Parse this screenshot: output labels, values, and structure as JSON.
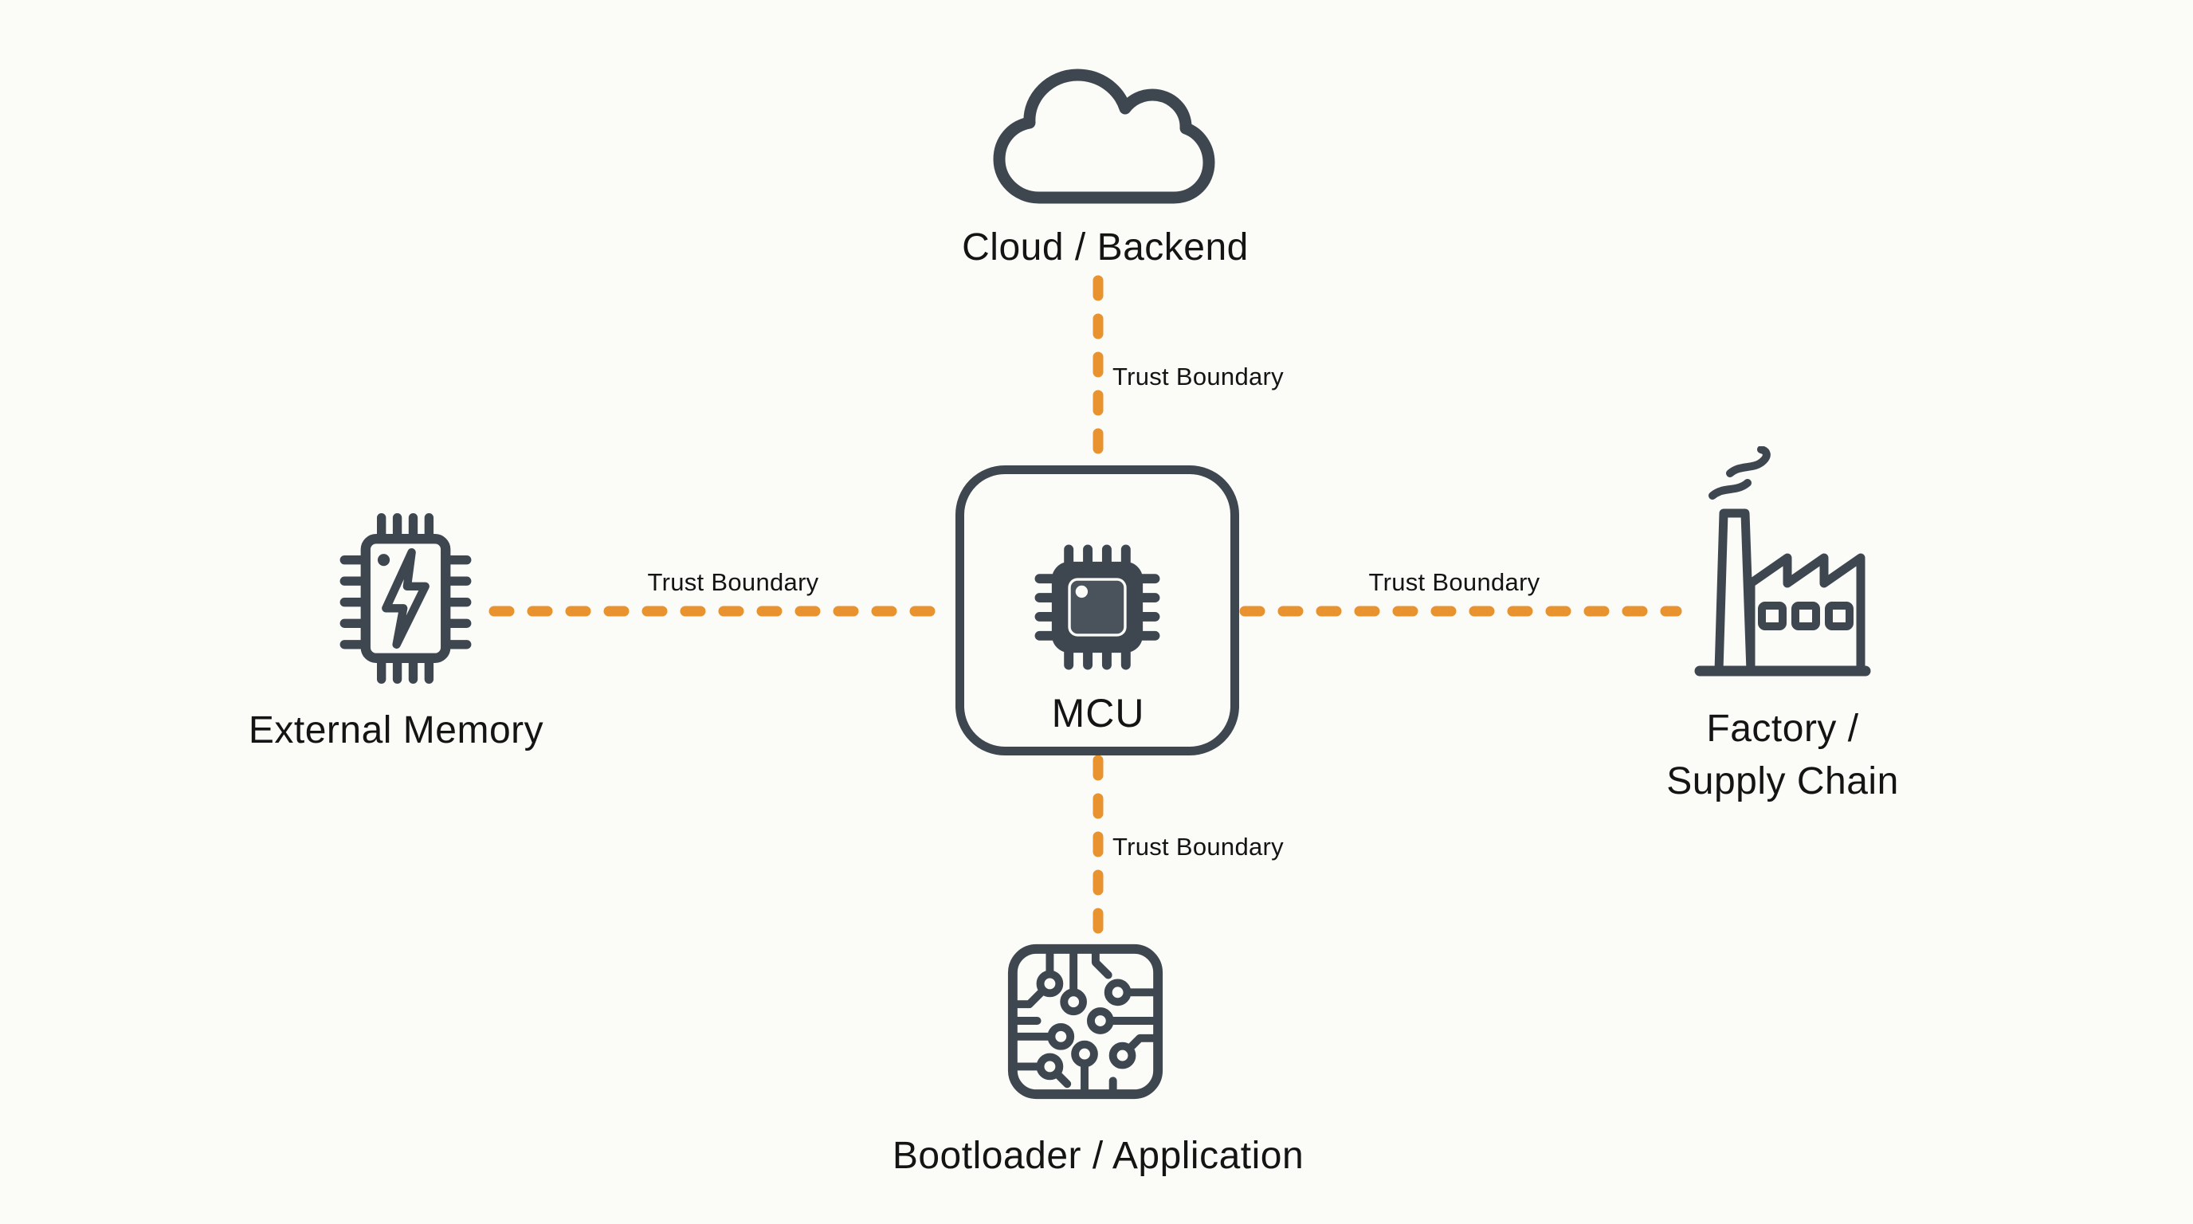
{
  "theme": {
    "background": "#fbfbf8",
    "ink": "#3e474f",
    "ink_soft": "#4a535b",
    "accent": "#e8932f",
    "text": "#141414"
  },
  "nodes": {
    "cloud": {
      "label": "Cloud / Backend",
      "icon": "cloud-icon"
    },
    "mcu": {
      "label": "MCU",
      "icon": "chip-icon"
    },
    "external_memory": {
      "label": "External Memory",
      "icon": "memory-chip-icon"
    },
    "factory": {
      "label_line1": "Factory /",
      "label_line2": "Supply Chain",
      "icon": "factory-icon"
    },
    "bootloader": {
      "label": "Bootloader / Application",
      "icon": "circuit-board-icon"
    }
  },
  "boundary_labels": {
    "top": "Trust Boundary",
    "left": "Trust Boundary",
    "right": "Trust Boundary",
    "bottom": "Trust Boundary"
  }
}
